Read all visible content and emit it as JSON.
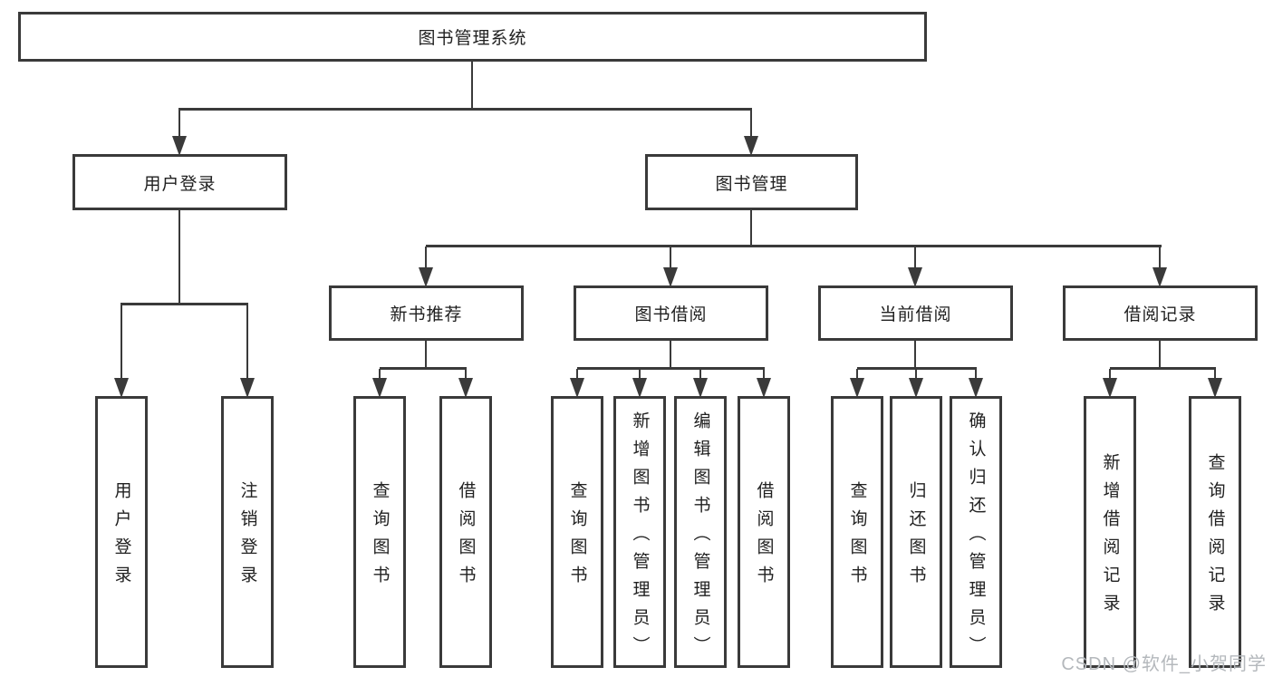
{
  "colors": {
    "line": "#3a3a3a",
    "box_border": "#3a3a3a",
    "text": "#212121",
    "watermark": "#b4b8bc",
    "background": "#ffffff"
  },
  "watermark": {
    "text": "CSDN @软件_小贺同学"
  },
  "diagram": {
    "root": {
      "label": "图书管理系统"
    },
    "level2": [
      {
        "label": "用户登录"
      },
      {
        "label": "图书管理"
      }
    ],
    "level3": [
      {
        "label": "新书推荐"
      },
      {
        "label": "图书借阅"
      },
      {
        "label": "当前借阅"
      },
      {
        "label": "借阅记录"
      }
    ],
    "leaves": [
      {
        "label": "用户登录",
        "parent": "用户登录"
      },
      {
        "label": "注销登录",
        "parent": "用户登录"
      },
      {
        "label": "查询图书",
        "parent": "新书推荐"
      },
      {
        "label": "借阅图书",
        "parent": "新书推荐"
      },
      {
        "label": "查询图书",
        "parent": "图书借阅"
      },
      {
        "label": "新增图书（管理员）",
        "parent": "图书借阅"
      },
      {
        "label": "编辑图书（管理员）",
        "parent": "图书借阅"
      },
      {
        "label": "借阅图书",
        "parent": "图书借阅"
      },
      {
        "label": "查询图书",
        "parent": "当前借阅"
      },
      {
        "label": "归还图书",
        "parent": "当前借阅"
      },
      {
        "label": "确认归还（管理员）",
        "parent": "当前借阅"
      },
      {
        "label": "新增借阅记录",
        "parent": "借阅记录"
      },
      {
        "label": "查询借阅记录",
        "parent": "借阅记录"
      }
    ]
  }
}
